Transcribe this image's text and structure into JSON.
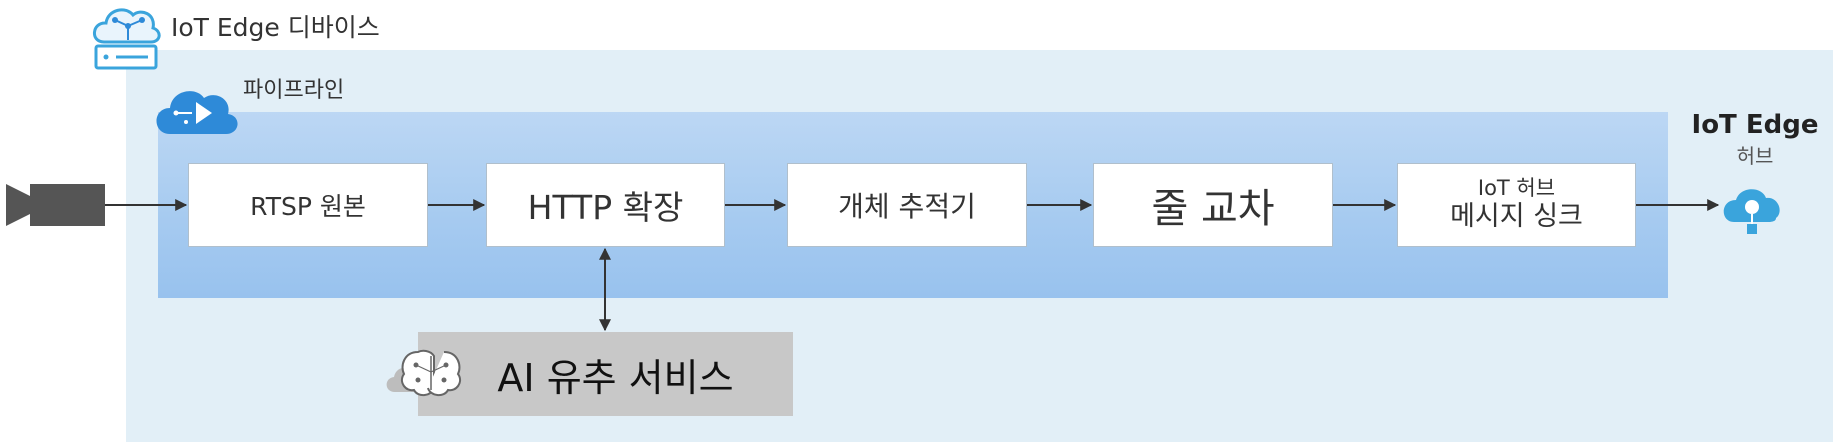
{
  "device": {
    "title": "IoT Edge 디바이스"
  },
  "pipeline": {
    "title": "파이프라인"
  },
  "nodes": [
    {
      "label": "RTSP 원본"
    },
    {
      "label": "HTTP 확장"
    },
    {
      "label": "개체 추적기"
    },
    {
      "label": "줄 교차"
    },
    {
      "line1": "IoT 허브",
      "line2": "메시지 싱크"
    }
  ],
  "ai_service": {
    "label": "AI 유추 서비스"
  },
  "hub": {
    "title": "IoT Edge",
    "subtitle": "허브"
  },
  "colors": {
    "device_bg": "#e2eff7",
    "pipeline_bg": "#a7cbf0",
    "icon_blue": "#2e8ad8",
    "ai_box_bg": "#c8c8c8",
    "camera": "#555555"
  }
}
